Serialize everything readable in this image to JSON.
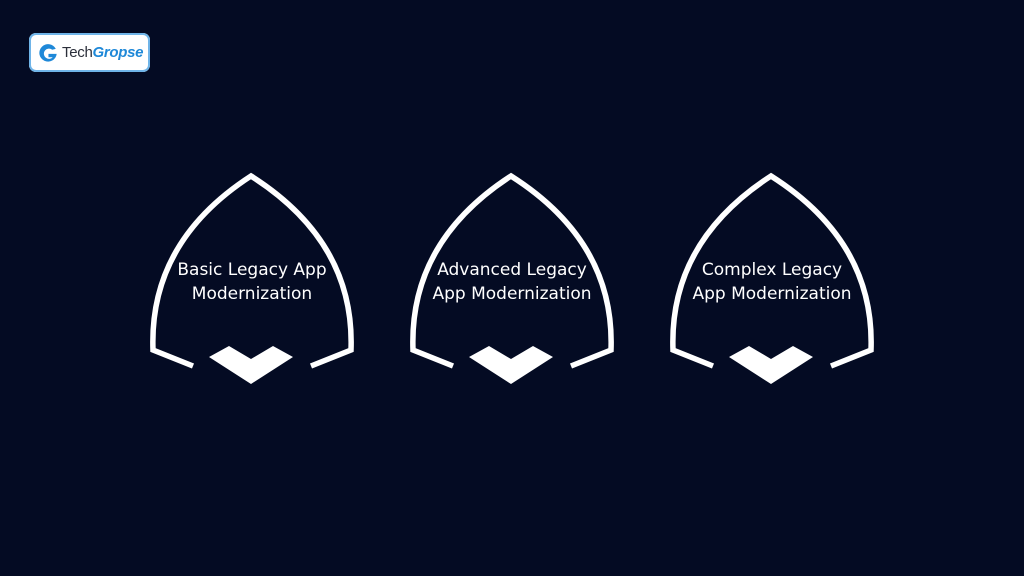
{
  "brand": {
    "name_part1": "Tech",
    "name_part2": "Gropse",
    "accent_color": "#1e88d8",
    "icon": "g-logo-icon"
  },
  "background_color": "#040b23",
  "cards": [
    {
      "label": "Basic Legacy App Modernization",
      "icon": "chevron-down-icon"
    },
    {
      "label": "Advanced Legacy App Modernization",
      "icon": "chevron-down-icon"
    },
    {
      "label": "Complex Legacy App Modernization",
      "icon": "chevron-down-icon"
    }
  ]
}
